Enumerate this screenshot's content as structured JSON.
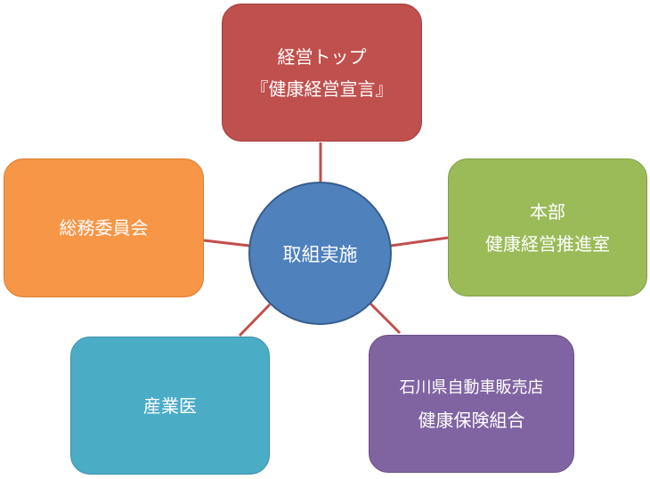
{
  "center": {
    "label": "取組実施",
    "color": "#4f81bd"
  },
  "nodes": {
    "top": {
      "lines": [
        "経営トップ",
        "『健康経営宣言』"
      ],
      "color": "#c0504d"
    },
    "right": {
      "lines": [
        "本部",
        "健康経営推進室"
      ],
      "color": "#9bbb59"
    },
    "bottom_right": {
      "lines": [
        "石川県自動車販売店",
        "健康保険組合"
      ],
      "color": "#8064a2"
    },
    "bottom_left": {
      "lines": [
        "産業医"
      ],
      "color": "#4bacc6"
    },
    "left": {
      "lines": [
        "総務委員会"
      ],
      "color": "#f79646"
    }
  },
  "connector_color": "#c0504d"
}
